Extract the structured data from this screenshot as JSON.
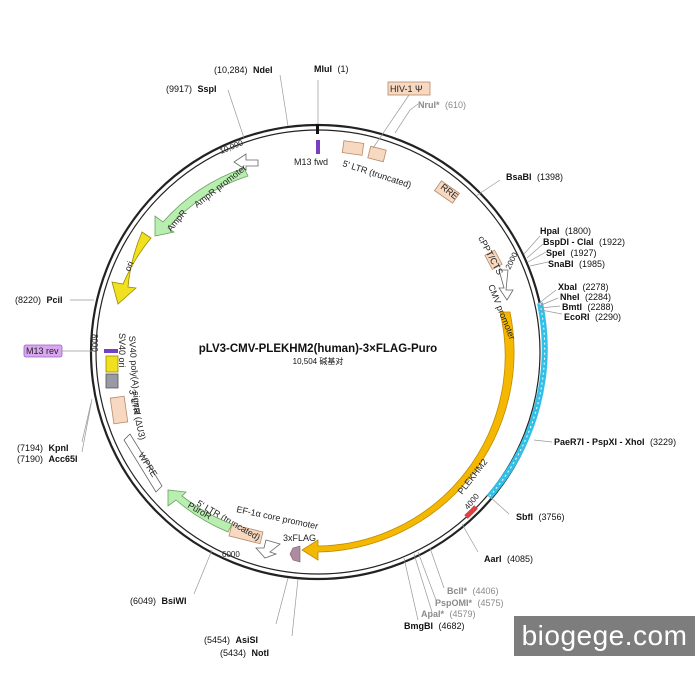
{
  "title": "pLV3-CMV-PLEKHM2(human)-3×FLAG-Puro",
  "size_label": "10,504 碱基对",
  "watermark": "biogege.com",
  "restriction_sites": [
    {
      "name": "MluI",
      "pos": "(1)",
      "style": "bold"
    },
    {
      "name": "NruI*",
      "pos": "(610)",
      "style": "grey"
    },
    {
      "name": "BsaBI",
      "pos": "(1398)",
      "style": "bold"
    },
    {
      "name": "HpaI",
      "pos": "(1800)",
      "style": "bold"
    },
    {
      "name": "BspDI - ClaI",
      "pos": "(1922)",
      "style": "bold"
    },
    {
      "name": "SpeI",
      "pos": "(1927)",
      "style": "bold"
    },
    {
      "name": "SnaBI",
      "pos": "(1985)",
      "style": "bold"
    },
    {
      "name": "XbaI",
      "pos": "(2278)",
      "style": "bold"
    },
    {
      "name": "NheI",
      "pos": "(2284)",
      "style": "bold"
    },
    {
      "name": "BmtI",
      "pos": "(2288)",
      "style": "bold"
    },
    {
      "name": "EcoRI",
      "pos": "(2290)",
      "style": "bold"
    },
    {
      "name": "PaeR7I - PspXI - XhoI",
      "pos": "(3229)",
      "style": "bold"
    },
    {
      "name": "SbfI",
      "pos": "(3756)",
      "style": "bold"
    },
    {
      "name": "AarI",
      "pos": "(4085)",
      "style": "bold"
    },
    {
      "name": "BclI*",
      "pos": "(4406)",
      "style": "grey"
    },
    {
      "name": "PspOMI*",
      "pos": "(4575)",
      "style": "grey"
    },
    {
      "name": "ApaI*",
      "pos": "(4579)",
      "style": "grey"
    },
    {
      "name": "BmgBI",
      "pos": "(4682)",
      "style": "bold"
    },
    {
      "name": "NotI",
      "pos": "(5434)",
      "style": "bold"
    },
    {
      "name": "AsiSI",
      "pos": "(5454)",
      "style": "bold"
    },
    {
      "name": "BsiWI",
      "pos": "(6049)",
      "style": "bold"
    },
    {
      "name": "Acc65I",
      "pos": "(7190)",
      "style": "bold"
    },
    {
      "name": "KpnI",
      "pos": "(7194)",
      "style": "bold"
    },
    {
      "name": "PciI",
      "pos": "(8220)",
      "style": "bold"
    },
    {
      "name": "SspI",
      "pos": "(9917)",
      "style": "bold"
    },
    {
      "name": "NdeI",
      "pos": "(10,284)",
      "style": "bold"
    }
  ],
  "features": [
    {
      "name": "M13 fwd",
      "color": "#7a3fc0"
    },
    {
      "name": "HIV-1 Ψ",
      "color": "#f7d8c0"
    },
    {
      "name": "5' LTR (truncated)",
      "color": "#f7d8c0"
    },
    {
      "name": "RRE",
      "color": "#f7d8c0"
    },
    {
      "name": "cPPT/CTS",
      "color": "#f7d8c0"
    },
    {
      "name": "CMV promoter",
      "color": "#ffffff"
    },
    {
      "name": "PLEKHM2",
      "color": "#f5b800"
    },
    {
      "name": "3xFLAG",
      "color": "#b08aa0"
    },
    {
      "name": "EF-1α core promoter",
      "color": "#ffffff"
    },
    {
      "name": "PuroR",
      "color": "#b8efb0"
    },
    {
      "name": "WPRE",
      "color": "#ffffff"
    },
    {
      "name": "3' LTR (ΔU3)",
      "color": "#f7d8c0"
    },
    {
      "name": "SV40 poly(A) signal",
      "color": "#ffffff"
    },
    {
      "name": "SV40 ori",
      "color": "#f0e020"
    },
    {
      "name": "M13 rev",
      "color": "#d9a6f0"
    },
    {
      "name": "ori",
      "color": "#f0e020"
    },
    {
      "name": "AmpR",
      "color": "#b8efb0"
    },
    {
      "name": "AmpR promoter",
      "color": "#ffffff"
    }
  ],
  "ticks": [
    "2000",
    "4000",
    "6000",
    "8000",
    "10,000"
  ],
  "colors": {
    "backbone": "#222222",
    "insert": "#33c0e8",
    "insert_mark": "#e04040"
  }
}
